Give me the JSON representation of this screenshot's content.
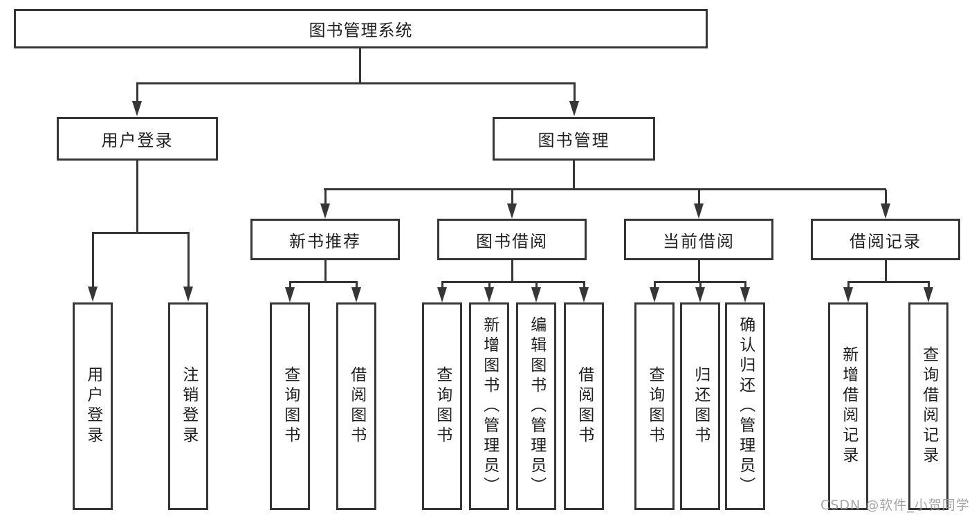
{
  "diagram": {
    "root": {
      "label": "图书管理系统"
    },
    "level2": [
      {
        "label": "用户登录"
      },
      {
        "label": "图书管理"
      }
    ],
    "level3": [
      {
        "label": "新书推荐"
      },
      {
        "label": "图书借阅"
      },
      {
        "label": "当前借阅"
      },
      {
        "label": "借阅记录"
      }
    ],
    "leaves": {
      "user_login": [
        {
          "label": "用户登录"
        },
        {
          "label": "注销登录"
        }
      ],
      "new_book_recommend": [
        {
          "label": "查询图书"
        },
        {
          "label": "借阅图书"
        }
      ],
      "book_borrow": [
        {
          "label": "查询图书"
        },
        {
          "label": "新增图书（管理员）"
        },
        {
          "label": "编辑图书（管理员）"
        },
        {
          "label": "借阅图书"
        }
      ],
      "current_borrow": [
        {
          "label": "查询图书"
        },
        {
          "label": "归还图书"
        },
        {
          "label": "确认归还（管理员）"
        }
      ],
      "borrow_record": [
        {
          "label": "新增借阅记录"
        },
        {
          "label": "查询借阅记录"
        }
      ]
    }
  },
  "watermark": {
    "text": "CSDN @软件_小贺同学"
  },
  "colors": {
    "line": "#363636",
    "text": "#1f1f1f",
    "background": "#ffffff",
    "watermark_text": "#9c9c9c"
  }
}
